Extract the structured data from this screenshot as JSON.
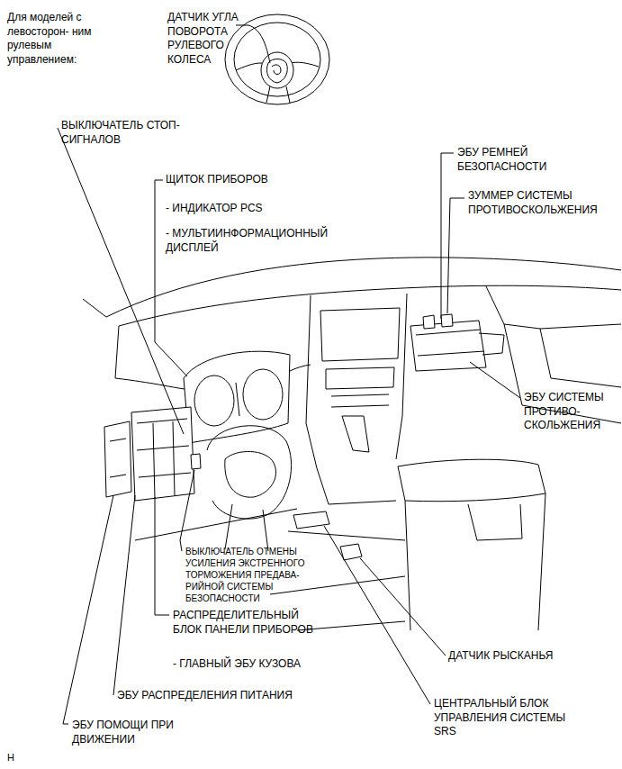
{
  "diagram": {
    "labels": [
      "Для моделей с левосторон- ним рулевым управлением:",
      "ДАТЧИК УГЛА ПОВОРОТА РУЛЕВОГО КОЛЕСА",
      "ВЫКЛЮЧАТЕЛЬ СТОП-СИГНАЛОВ",
      "ЩИТОК ПРИБОРОВ",
      "- ИНДИКАТОР PCS",
      "- МУЛЬТИИНФОРМАЦИОННЫЙ ДИСПЛЕЙ",
      "ЭБУ РЕМНЕЙ БЕЗОПАСНОСТИ",
      "ЗУММЕР СИСТЕМЫ ПРОТИВОСКОЛЬЖЕНИЯ",
      "ЭБУ СИСТЕМЫ ПРОТИВО- СКОЛЬЖЕНИЯ",
      "ВЫКЛЮЧАТЕЛЬ ОТМЕНЫ УСИЛЕНИЯ ЭКСТРЕННОГО ТОРМОЖЕНИЯ ПРЕДАВА- РИЙНОЙ СИСТЕМЫ БЕЗОПАСНОСТИ",
      "РАСПРЕДЕЛИТЕЛЬНЫЙ БЛОК ПАНЕЛИ ПРИБОРОВ",
      "- ГЛАВНЫЙ ЭБУ КУЗОВА",
      "ЭБУ РАСПРЕДЕЛЕНИЯ ПИТАНИЯ",
      "ЭБУ ПОМОЩИ ПРИ ДВИЖЕНИИ",
      "ДАТЧИК РЫСКАНЬЯ",
      "ЦЕНТРАЛЬНЫЙ БЛОК УПРАВЛЕНИЯ СИСТЕМЫ SRS",
      "H"
    ]
  }
}
